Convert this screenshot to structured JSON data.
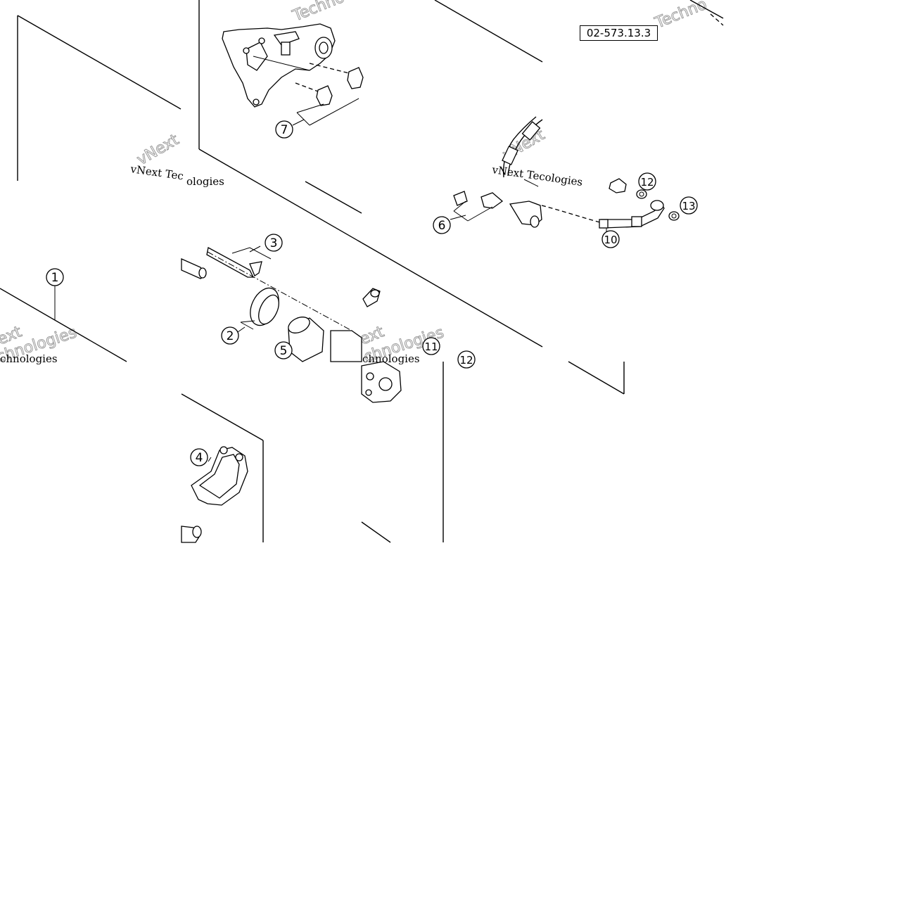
{
  "reference_code": "02-573.13.3",
  "callouts": [
    {
      "label": "1"
    },
    {
      "label": "2"
    },
    {
      "label": "3"
    },
    {
      "label": "4"
    },
    {
      "label": "5"
    },
    {
      "label": "6"
    },
    {
      "label": "7"
    },
    {
      "label": "10"
    },
    {
      "label": "11"
    },
    {
      "label": "12"
    },
    {
      "label": "12"
    },
    {
      "label": "13"
    }
  ],
  "watermarks": {
    "brand_short": "vNext",
    "brand_word": "Technologies",
    "fragment_techno": "Techno",
    "fragment_ext": "ext",
    "fragment_chnologies": "chnologies",
    "fragment_ologies": "ologies",
    "vnext_tec": "vNext Tec",
    "vnext_tecologies": "vNext Tecologies"
  }
}
